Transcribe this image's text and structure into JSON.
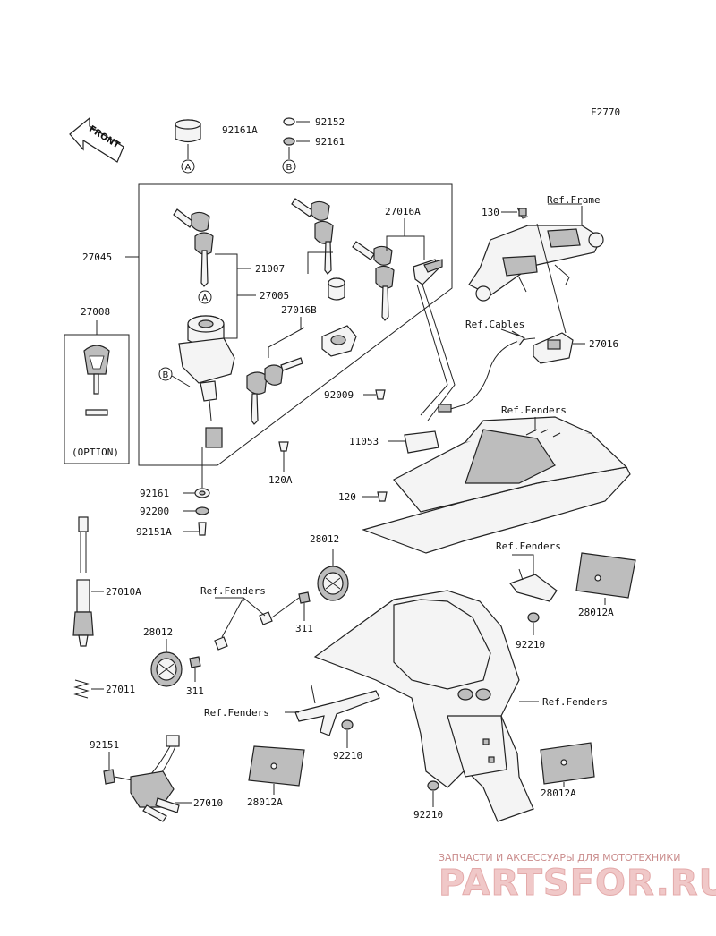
{
  "figure_code": "F2770",
  "front_label": "FRONT",
  "option_label": "(OPTION)",
  "callout_letters": {
    "a": "A",
    "b": "B"
  },
  "parts": {
    "p92161A": "92161A",
    "p92152": "92152",
    "p92161_top": "92161",
    "p27045": "27045",
    "p21007": "21007",
    "p27005": "27005",
    "p27016A": "27016A",
    "p27016B": "27016B",
    "p27008": "27008",
    "p130": "130",
    "p27016": "27016",
    "p92009": "92009",
    "p11053": "11053",
    "p120A": "120A",
    "p120": "120",
    "p92161_mid": "92161",
    "p92200": "92200",
    "p92151A": "92151A",
    "p27010A": "27010A",
    "p28012_top": "28012",
    "p28012_left": "28012",
    "p311_a": "311",
    "p311_b": "311",
    "p27011": "27011",
    "p28012A_right": "28012A",
    "p92210_a": "92210",
    "p92210_b": "92210",
    "p92151": "92151",
    "p27010": "27010",
    "p28012A_bl": "28012A",
    "p92210_c": "92210",
    "p28012A_br": "28012A"
  },
  "refs": {
    "frame": "Ref.Frame",
    "cables": "Ref.Cables",
    "fenders_1": "Ref.Fenders",
    "fenders_2": "Ref.Fenders",
    "fenders_3": "Ref.Fenders",
    "fenders_4": "Ref.Fenders",
    "fenders_5": "Ref.Fenders"
  },
  "watermark": {
    "caption": "ЗАПЧАСТИ И АКСЕССУАРЫ ДЛЯ МОТОТЕХНИКИ",
    "brand": "PARTSFOR.RU"
  }
}
